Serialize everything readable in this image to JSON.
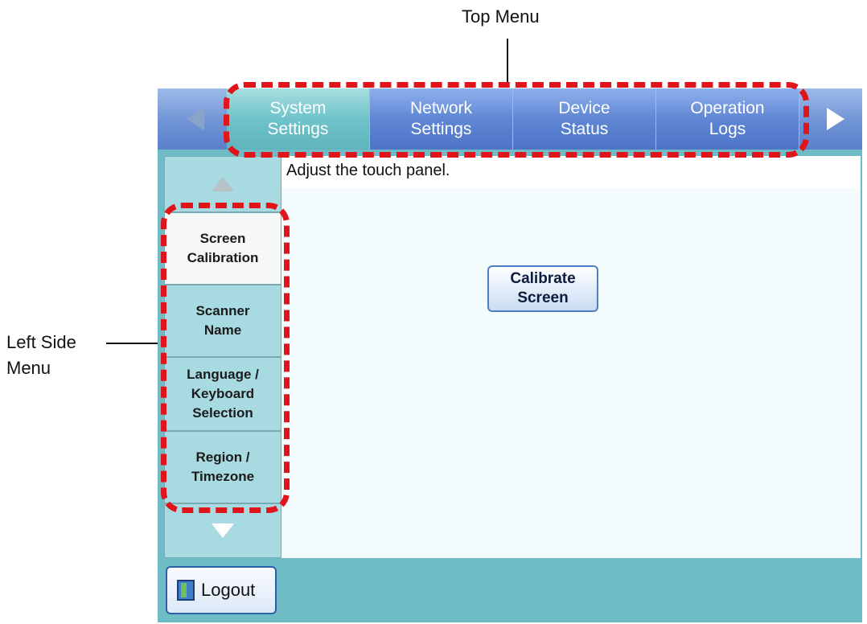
{
  "annotations": {
    "top_menu_label": "Top Menu",
    "left_menu_label": "Left Side\nMenu"
  },
  "top_menu": {
    "tabs": [
      {
        "label": "System\nSettings",
        "active": true
      },
      {
        "label": "Network\nSettings",
        "active": false
      },
      {
        "label": "Device\nStatus",
        "active": false
      },
      {
        "label": "Operation\nLogs",
        "active": false
      }
    ],
    "left_arrow_icon": "triangle-left-icon",
    "right_arrow_icon": "triangle-right-icon"
  },
  "left_menu": {
    "up_icon": "triangle-up-icon",
    "down_icon": "triangle-down-icon",
    "items": [
      {
        "label": "Screen\nCalibration",
        "active": true
      },
      {
        "label": "Scanner\nName",
        "active": false
      },
      {
        "label": "Language /\nKeyboard\nSelection",
        "active": false
      },
      {
        "label": "Region /\nTimezone",
        "active": false
      }
    ]
  },
  "content": {
    "message": "Adjust the touch panel.",
    "calibrate_button": "Calibrate\nScreen"
  },
  "footer": {
    "logout_label": "Logout",
    "logout_icon": "door-icon"
  },
  "colors": {
    "highlight_dash": "#e0151b",
    "top_bar": "#6f93d6",
    "active_tab": "#6fc3c9",
    "screen_bg": "#6fbcc7"
  }
}
